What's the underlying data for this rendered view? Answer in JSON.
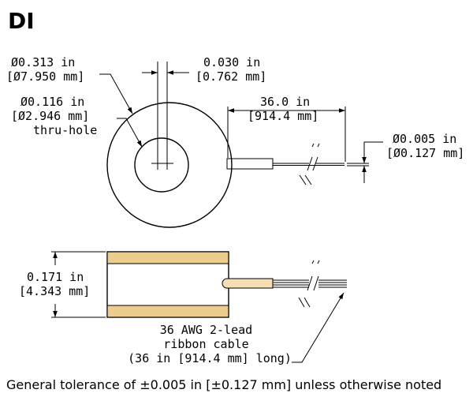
{
  "title": "DI",
  "top_view": {
    "outer_diameter": {
      "line1": "Ø0.313 in",
      "line2": "[Ø7.950 mm]"
    },
    "gap": {
      "line1": "0.030 in",
      "line2": "[0.762 mm]"
    },
    "hole": {
      "line1": "Ø0.116 in",
      "line2": "[Ø2.946 mm]",
      "line3": "thru-hole"
    },
    "cable_length": {
      "line1": "36.0 in",
      "line2": "[914.4 mm]"
    },
    "wire_diameter": {
      "line1": "Ø0.005 in",
      "line2": "[Ø0.127 mm]"
    }
  },
  "side_view": {
    "height": {
      "line1": "0.171 in",
      "line2": "[4.343 mm]"
    },
    "cable": {
      "line1": "36 AWG 2-lead",
      "line2": "ribbon cable",
      "line3": "(36 in [914.4 mm] long)"
    }
  },
  "footnote": "General tolerance of ±0.005 in [±0.127 mm] unless otherwise noted",
  "colors": {
    "body_fill": "#f5deb3",
    "stripe_fill": "#eccd8e",
    "line": "#000000"
  }
}
